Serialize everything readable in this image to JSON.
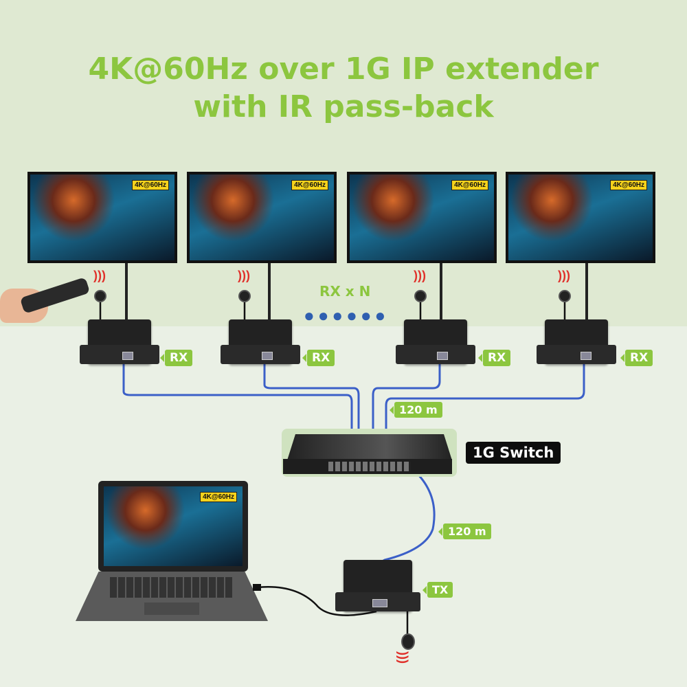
{
  "title": {
    "line1": "4K@60Hz over 1G IP extender",
    "line2": "with IR pass-back"
  },
  "monitor_badge": "4K@60Hz",
  "rx_label": "RX",
  "rx_count": "RX x N",
  "cable_length_top": "120 m",
  "cable_length_bottom": "120 m",
  "switch_label": "1G Switch",
  "tx_label": "TX",
  "laptop_badge": "4K@60Hz",
  "colors": {
    "accent": "#8cc63f",
    "cable": "#3b5fc8",
    "badge": "#f5d31b"
  }
}
